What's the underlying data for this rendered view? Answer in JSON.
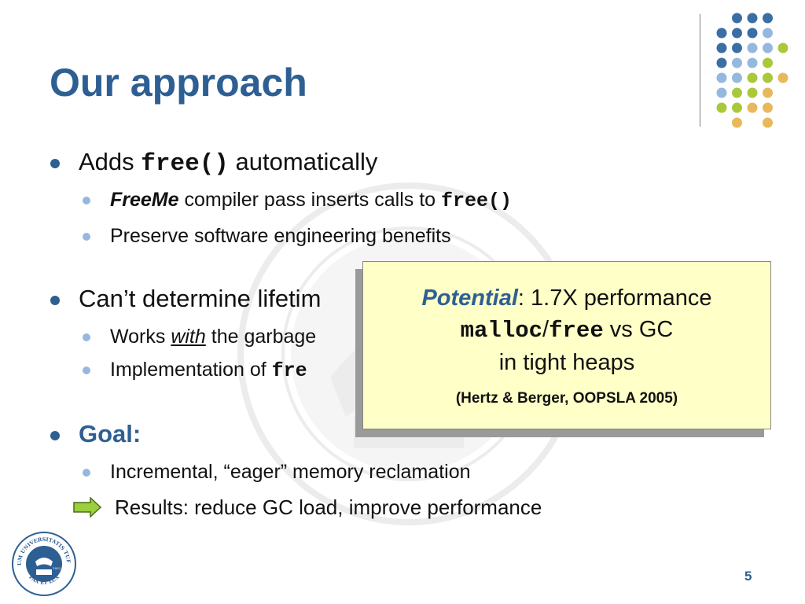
{
  "slide": {
    "title": "Our approach",
    "bullets": {
      "b1": {
        "pre": "Adds ",
        "code": "free()",
        "post": " automatically"
      },
      "b1a": {
        "em": "FreeMe",
        "mid": " compiler pass inserts calls to ",
        "code": "free()"
      },
      "b1b": {
        "text": "Preserve software engineering benefits"
      },
      "b2": {
        "text": "Can’t determine lifetim"
      },
      "b2a": {
        "pre": "Works ",
        "em": "with",
        "post": " the garbage"
      },
      "b2b": {
        "pre": "Implementation of ",
        "code": "fre"
      },
      "b3": {
        "text": "Goal:"
      },
      "b3a": {
        "text": "Incremental, “eager” memory reclamation"
      },
      "result": {
        "text": "Results: reduce GC load, improve performance"
      }
    },
    "callout": {
      "potential": "Potential",
      "line1_rest": ": 1.7X performance",
      "malloc": "malloc",
      "slash": "/",
      "free": "free",
      "vs": " vs GC",
      "line3": "in tight heaps",
      "citation": "(Hertz & Berger, OOPSLA 2005)"
    },
    "page_number": "5",
    "logo": {
      "text_top": "SIGILLUM UNIVERSITATIS TUFTENSIS",
      "text_bottom": "PAX ET LUX",
      "year": "1852"
    }
  },
  "colors": {
    "title": "#2e5f93",
    "dot_blue_dark": "#3a6ea5",
    "dot_blue_light": "#95b8df",
    "dot_green": "#a9c83a",
    "dot_orange": "#e9b85a",
    "callout_bg": "#ffffc8"
  },
  "icons": {
    "arrow": "right-arrow-icon",
    "logo": "tufts-seal-icon"
  }
}
